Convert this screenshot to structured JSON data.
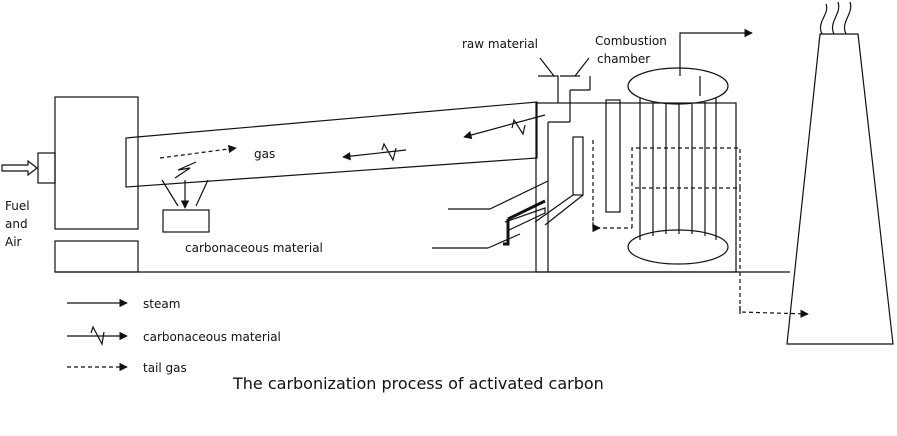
{
  "labels": {
    "raw_material": "raw material",
    "combustion_line1": "Combustion",
    "combustion_line2": "chamber",
    "gas": "gas",
    "carbonaceous_material": "carbonaceous material",
    "fuel": "Fuel",
    "and": "and",
    "air": "Air"
  },
  "legend": {
    "steam": "steam",
    "carbonaceous_material": "carbonaceous material",
    "tail_gas": "tail gas"
  },
  "caption": "The carbonization process of activated carbon",
  "colors": {
    "line": "#111111",
    "background": "#ffffff"
  }
}
